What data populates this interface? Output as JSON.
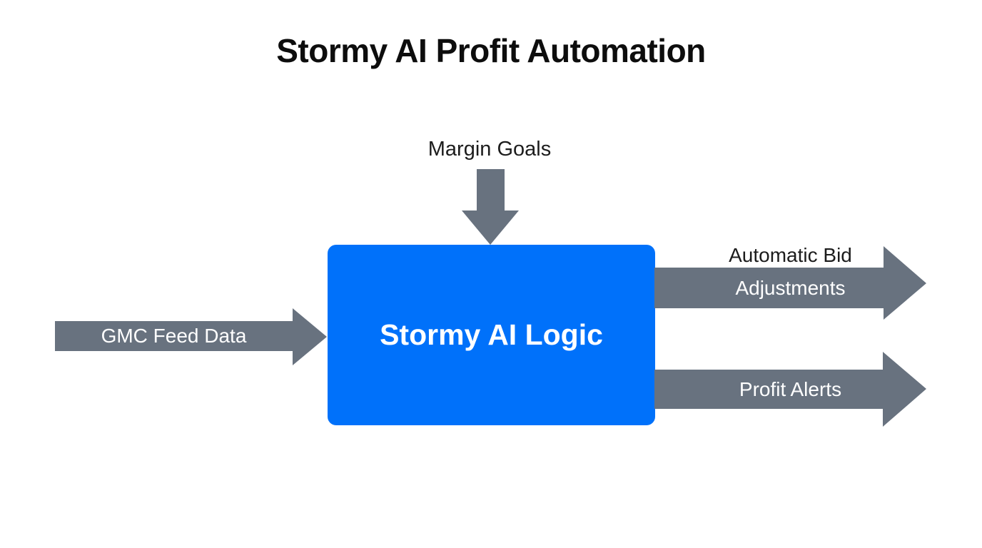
{
  "title": "Stormy AI Profit Automation",
  "center_node": {
    "label": "Stormy AI Logic"
  },
  "arrows": {
    "margin_goals": {
      "label": "Margin Goals",
      "direction": "down",
      "role": "input"
    },
    "gmc_feed": {
      "label": "GMC Feed Data",
      "direction": "right",
      "role": "input"
    },
    "bid_adjustments": {
      "line1": "Automatic Bid",
      "line2": "Adjustments",
      "direction": "right",
      "role": "output"
    },
    "profit_alerts": {
      "label": "Profit Alerts",
      "direction": "right",
      "role": "output"
    }
  },
  "colors": {
    "node_blue": "#0071fa",
    "arrow_gray": "#68727f",
    "title_text": "#0d0d0d",
    "label_text": "#1c1c1c",
    "node_text": "#ffffff",
    "background": "#ffffff"
  }
}
